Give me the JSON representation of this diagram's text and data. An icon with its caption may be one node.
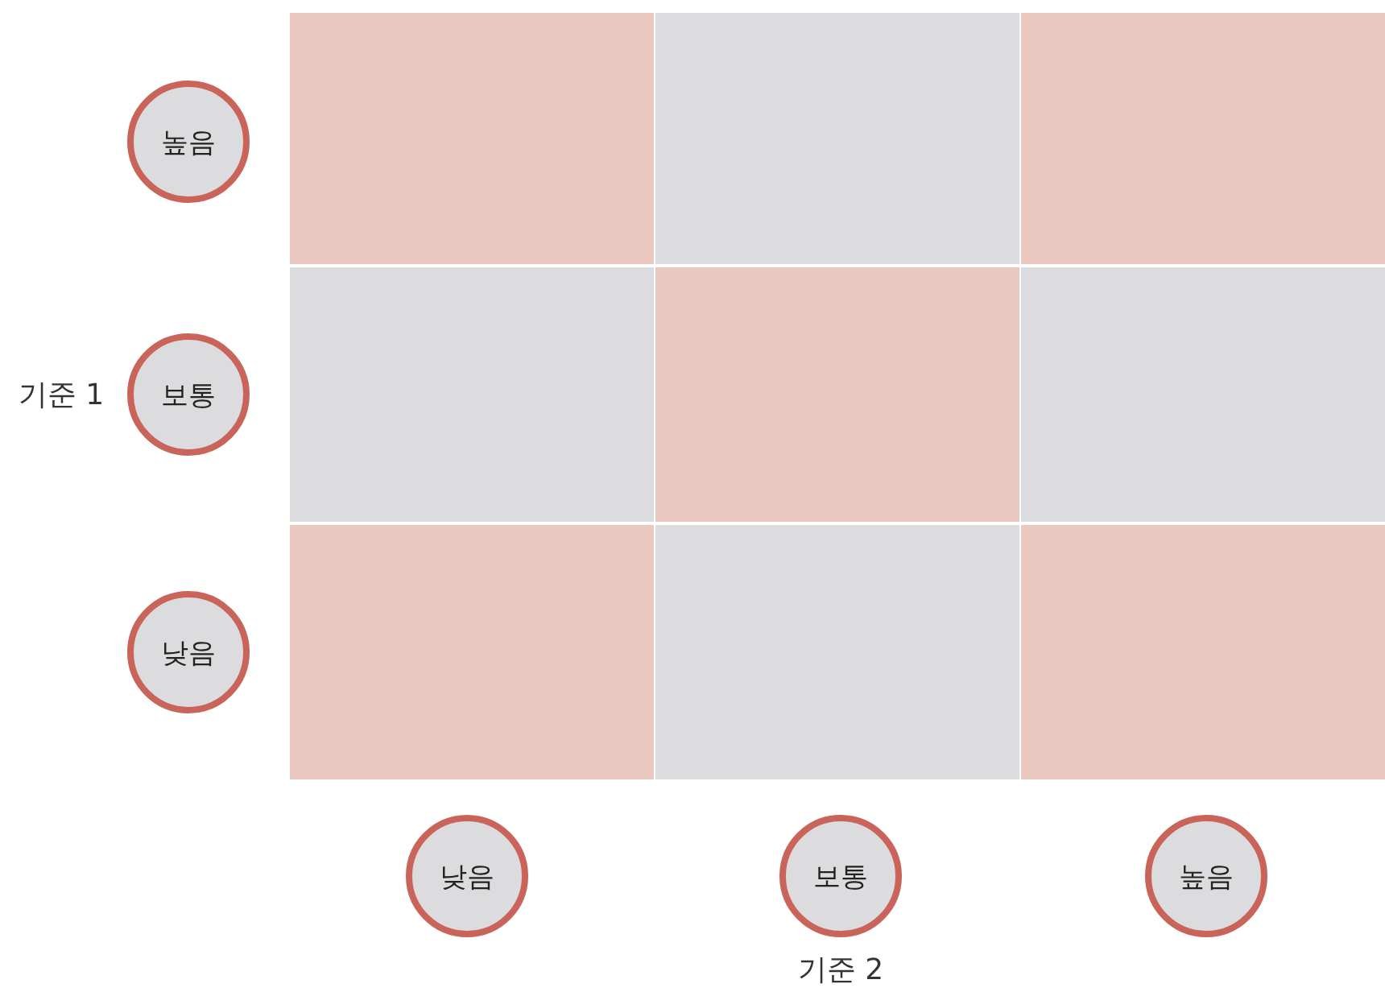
{
  "diagram": {
    "nodes": [
      {
        "text": [
          "높음"
        ]
      },
      {
        "text": [
          "보통"
        ]
      },
      {
        "text": [
          "낮음"
        ]
      },
      {
        "text": [
          "낮음"
        ]
      },
      {
        "text": [
          "보통"
        ]
      },
      {
        "text": [
          "높음"
        ]
      }
    ],
    "labels": [
      "기준 1",
      "기준 2"
    ]
  }
}
